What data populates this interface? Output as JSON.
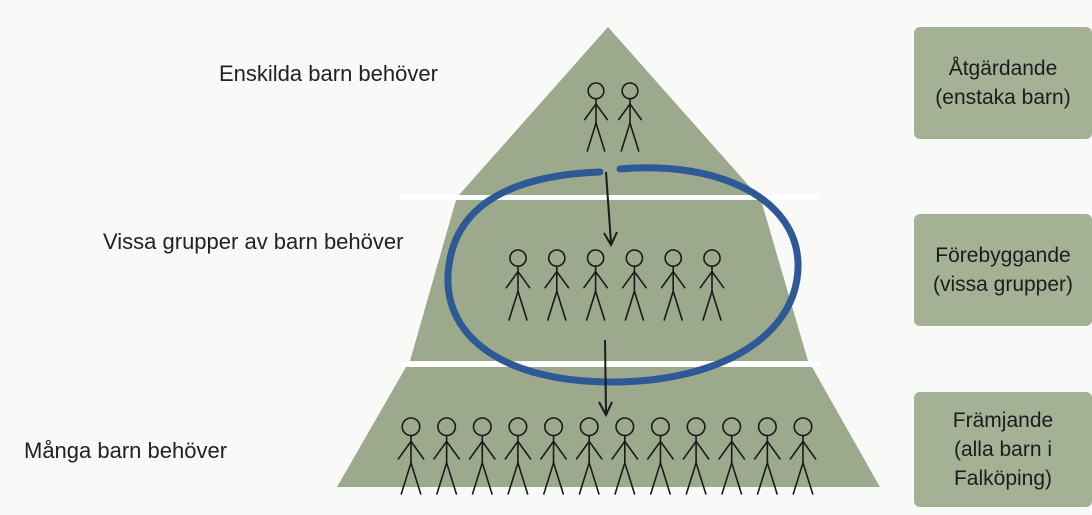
{
  "levels": [
    {
      "label": "Enskilda barn behöver",
      "box_lines": [
        "Åtgärdande",
        "(enstaka barn)"
      ],
      "figures": 2
    },
    {
      "label": "Vissa grupper av barn behöver",
      "box_lines": [
        "Förebyggande",
        "(vissa grupper)"
      ],
      "figures": 6
    },
    {
      "label": "Många barn behöver",
      "box_lines": [
        "Främjande",
        "(alla barn i",
        "Falköping)"
      ],
      "figures": 12
    }
  ],
  "colors": {
    "pyramid": "#9ca98c",
    "box": "#a4b195",
    "circle": "#2d5a96",
    "figure": "#1a1a1a"
  },
  "icons": {
    "figure": "stick-figure-icon",
    "circle": "highlight-circle-icon",
    "arrow": "down-arrow-icon"
  }
}
